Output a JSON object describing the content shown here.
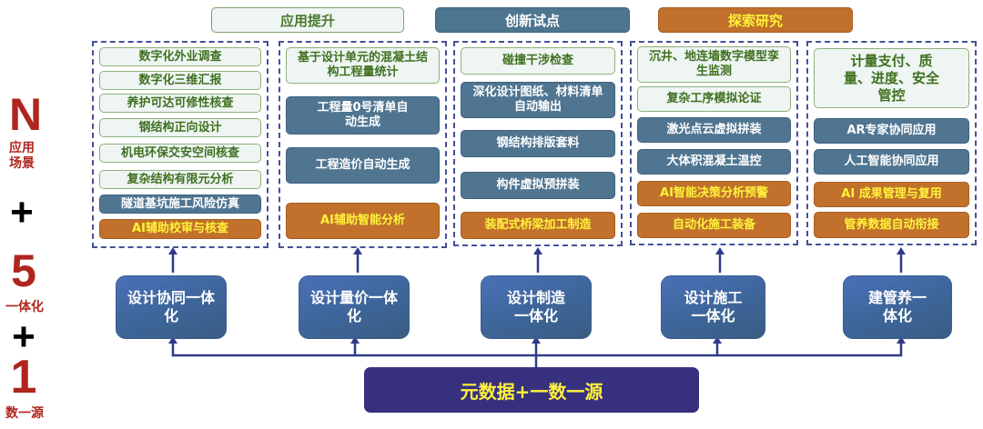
{
  "legend": {
    "n_label": "N",
    "n_text": "应用场景",
    "plus1": "+",
    "five_label": "5",
    "five_text": "一体化",
    "plus2": "+",
    "one_label": "1",
    "one_text": "数一源"
  },
  "headers": {
    "apply": "应用提升",
    "pilot": "创新试点",
    "research": "探索研究"
  },
  "colors": {
    "apply": "#eef5f3",
    "pilot": "#4f7591",
    "research": "#c1712c",
    "integration": "#3d6598",
    "base": "#37307f",
    "accent_red": "#b0251f",
    "arrow": "#2f3a8a"
  },
  "columns": [
    {
      "integration": "设计协同一体化",
      "items": [
        {
          "label": "数字化外业调查",
          "type": "apply"
        },
        {
          "label": "数字化三维汇报",
          "type": "apply"
        },
        {
          "label": "养护可达可修性核查",
          "type": "apply"
        },
        {
          "label": "钢结构正向设计",
          "type": "apply"
        },
        {
          "label": "机电环保交安空间核查",
          "type": "apply"
        },
        {
          "label": "复杂结构有限元分析",
          "type": "apply"
        },
        {
          "label": "隧道基坑施工风险仿真",
          "type": "pilot"
        },
        {
          "label": "AI辅助校审与核查",
          "type": "research"
        }
      ]
    },
    {
      "integration": "设计量价一体化",
      "items": [
        {
          "label": "基于设计单元的混凝土结构工程量统计",
          "type": "apply"
        },
        {
          "label": "工程量0号清单自动生成",
          "type": "pilot"
        },
        {
          "label": "工程造价自动生成",
          "type": "pilot"
        },
        {
          "label": "AI辅助智能分析",
          "type": "research"
        }
      ]
    },
    {
      "integration": "设计制造一体化",
      "items": [
        {
          "label": "碰撞干涉检查",
          "type": "apply"
        },
        {
          "label": "深化设计图纸、材料清单自动输出",
          "type": "pilot"
        },
        {
          "label": "钢结构排版套料",
          "type": "pilot"
        },
        {
          "label": "构件虚拟预拼装",
          "type": "pilot"
        },
        {
          "label": "装配式桥梁加工制造",
          "type": "research"
        }
      ]
    },
    {
      "integration": "设计施工一体化",
      "items": [
        {
          "label": "沉井、地连墙数字模型孪生监测",
          "type": "apply"
        },
        {
          "label": "复杂工序模拟论证",
          "type": "apply"
        },
        {
          "label": "激光点云虚拟拼装",
          "type": "pilot"
        },
        {
          "label": "大体积混凝土温控",
          "type": "pilot"
        },
        {
          "label": "AI智能决策分析预警",
          "type": "research"
        },
        {
          "label": "自动化施工装备",
          "type": "research"
        }
      ]
    },
    {
      "integration": "建管养一体化",
      "items": [
        {
          "label": "计量支付、质量、进度、安全管控",
          "type": "apply"
        },
        {
          "label": "AR专家协同应用",
          "type": "pilot"
        },
        {
          "label": "人工智能协同应用",
          "type": "pilot"
        },
        {
          "label": "AI 成果管理与复用",
          "type": "research"
        },
        {
          "label": "管养数据自动衔接",
          "type": "research"
        }
      ]
    }
  ],
  "base": {
    "label": "元数据+一数一源"
  }
}
